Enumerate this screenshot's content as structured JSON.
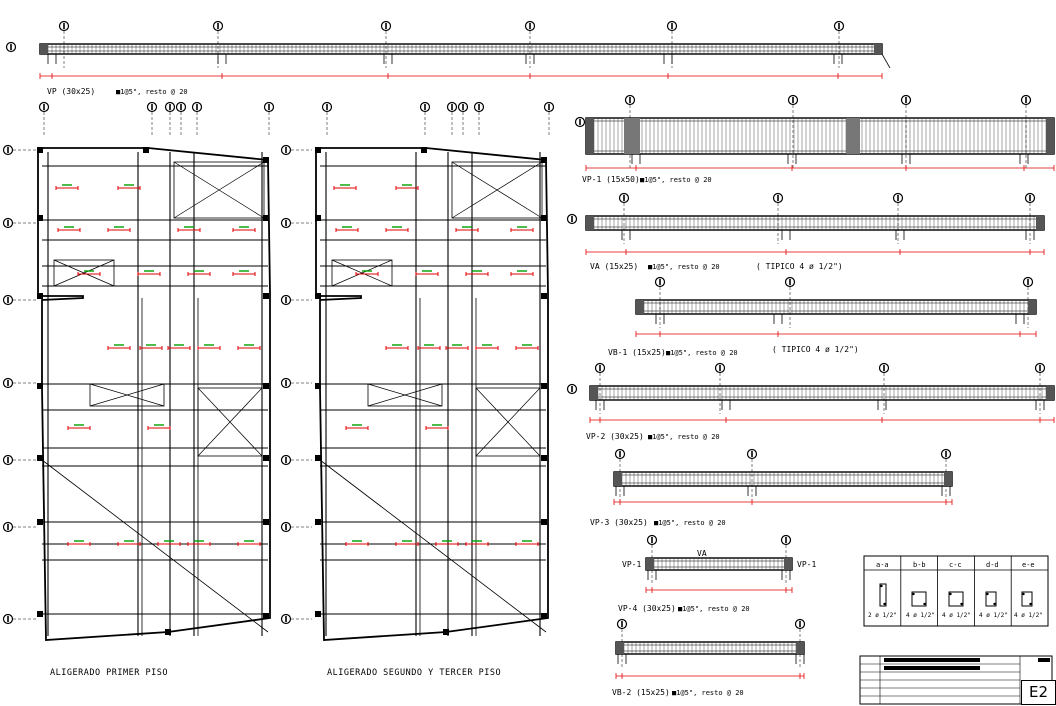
{
  "beams": [
    {
      "label": "VP (30x25)",
      "note": "■1@5\", resto @ 20"
    },
    {
      "label": "VP-1 (15x50)",
      "note": "■1@5\", resto @ 20"
    },
    {
      "label": "VA (15x25)",
      "note": "■1@5\", resto @ 20",
      "extra": "( TIPICO 4 ø 1/2\")"
    },
    {
      "label": "VB-1 (15x25)",
      "note": "■1@5\", resto @ 20",
      "extra": "( TIPICO 4 ø 1/2\")"
    },
    {
      "label": "VP-2 (30x25)",
      "note": "■1@5\", resto @ 20"
    },
    {
      "label": "VP-3 (30x25)",
      "note": "■1@5\", resto @ 20"
    },
    {
      "label": "VP-4 (30x25)",
      "note": "■1@5\", resto @ 20"
    },
    {
      "label": "VB-2 (15x25)",
      "note": "■1@5\", resto @ 20"
    }
  ],
  "vp4_tags": {
    "left": "VP-1",
    "mid": "VA",
    "right": "VP-1"
  },
  "plans": [
    {
      "title": "ALIGERADO PRIMER PISO"
    },
    {
      "title": "ALIGERADO SEGUNDO Y TERCER PISO"
    }
  ],
  "sections": {
    "headers": [
      "a-a",
      "b-b",
      "c-c",
      "d-d",
      "e-e"
    ],
    "rebar": [
      "2 ø 1/2\"",
      "4 ø 1/2\"",
      "4 ø 1/2\"",
      "4 ø 1/2\"",
      "4 ø 1/2\""
    ]
  },
  "title_block": {
    "sheet_code": "E2"
  },
  "colors": {
    "line": "#000000",
    "dimension": "#e00000",
    "rebar_text": "#00a000",
    "note_marker": "#ffe000"
  }
}
